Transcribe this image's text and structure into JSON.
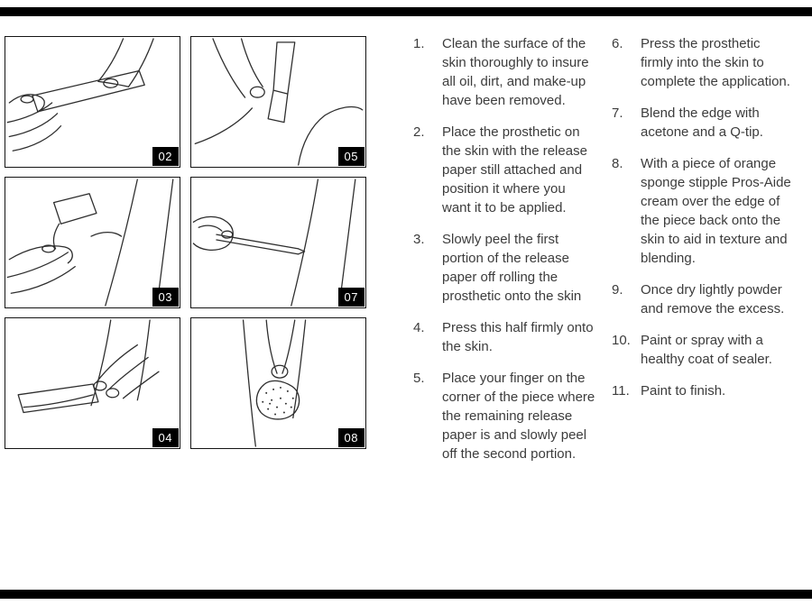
{
  "page": {
    "bar_color": "#000000",
    "text_color": "#3c3c3c",
    "badge_bg": "#000000",
    "badge_text_color": "#ffffff"
  },
  "figures": [
    {
      "label": "02",
      "name": "hands-pulling-release-strip"
    },
    {
      "label": "05",
      "name": "fingers-peeling-vertical-strip"
    },
    {
      "label": "03",
      "name": "peeling-release-paper-corner"
    },
    {
      "label": "07",
      "name": "blending-edge-with-qtip"
    },
    {
      "label": "04",
      "name": "pressing-piece-onto-skin"
    },
    {
      "label": "08",
      "name": "stippling-with-sponge"
    }
  ],
  "instructions": {
    "col1": [
      {
        "num": "1.",
        "text": "Clean the surface of the skin thoroughly to insure all oil, dirt, and make-up have been removed."
      },
      {
        "num": "2.",
        "text": "Place the prosthetic on the skin with the release paper still attached and position it where you want it to be applied."
      },
      {
        "num": "3.",
        "text": "Slowly peel the first portion of the release paper off rolling the prosthetic onto the skin"
      },
      {
        "num": "4.",
        "text": "Press this half firmly onto the skin."
      },
      {
        "num": "5.",
        "text": "Place your finger on the corner of the piece where the remaining release paper is and slowly peel off the second portion."
      }
    ],
    "col2": [
      {
        "num": "6.",
        "text": "Press the prosthetic firmly into the skin to complete the application."
      },
      {
        "num": "7.",
        "text": "Blend the edge with acetone and a Q-tip."
      },
      {
        "num": "8.",
        "text": "With a piece of orange sponge stipple Pros-Aide cream over the edge of the piece back onto the skin to aid in texture and blending."
      },
      {
        "num": "9.",
        "text": "Once dry lightly powder and remove the excess."
      },
      {
        "num": "10.",
        "text": "Paint or spray with a healthy coat of sealer."
      },
      {
        "num": "11.",
        "text": "Paint to finish."
      }
    ]
  }
}
